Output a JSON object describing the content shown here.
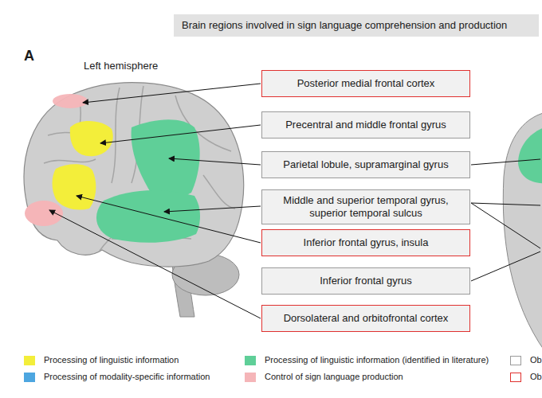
{
  "diagram": {
    "title": "Brain regions involved in sign language comprehension and production",
    "nodes": [
      {
        "text": [
          "Posterior medial frontal cortex"
        ]
      },
      {
        "text": [
          "Precentral and middle frontal gyrus"
        ]
      },
      {
        "text": [
          "Parietal lobule, supramarginal gyrus"
        ]
      },
      {
        "text": [
          "Middle and superior temporal gyrus, superior temporal sulcus"
        ]
      },
      {
        "text": [
          "Inferior frontal gyrus, insula"
        ]
      },
      {
        "text": [
          "Inferior frontal gyrus"
        ]
      },
      {
        "text": [
          "Dorsolateral and orbitofrontal cortex"
        ]
      }
    ],
    "labels": [
      "A",
      "Left hemisphere"
    ],
    "legend": [
      {
        "text": "Processing of linguistic information",
        "color": "#f3ee3a"
      },
      {
        "text": "Processing of linguistic information (identified in literature)",
        "color": "#5fcf98"
      },
      {
        "text": "Ob"
      },
      {
        "text": "Processing of modality-specific information",
        "color": "#4da6e0"
      },
      {
        "text": "Control of sign language production",
        "color": "#f5b5b8"
      },
      {
        "text": "Ob"
      }
    ]
  }
}
